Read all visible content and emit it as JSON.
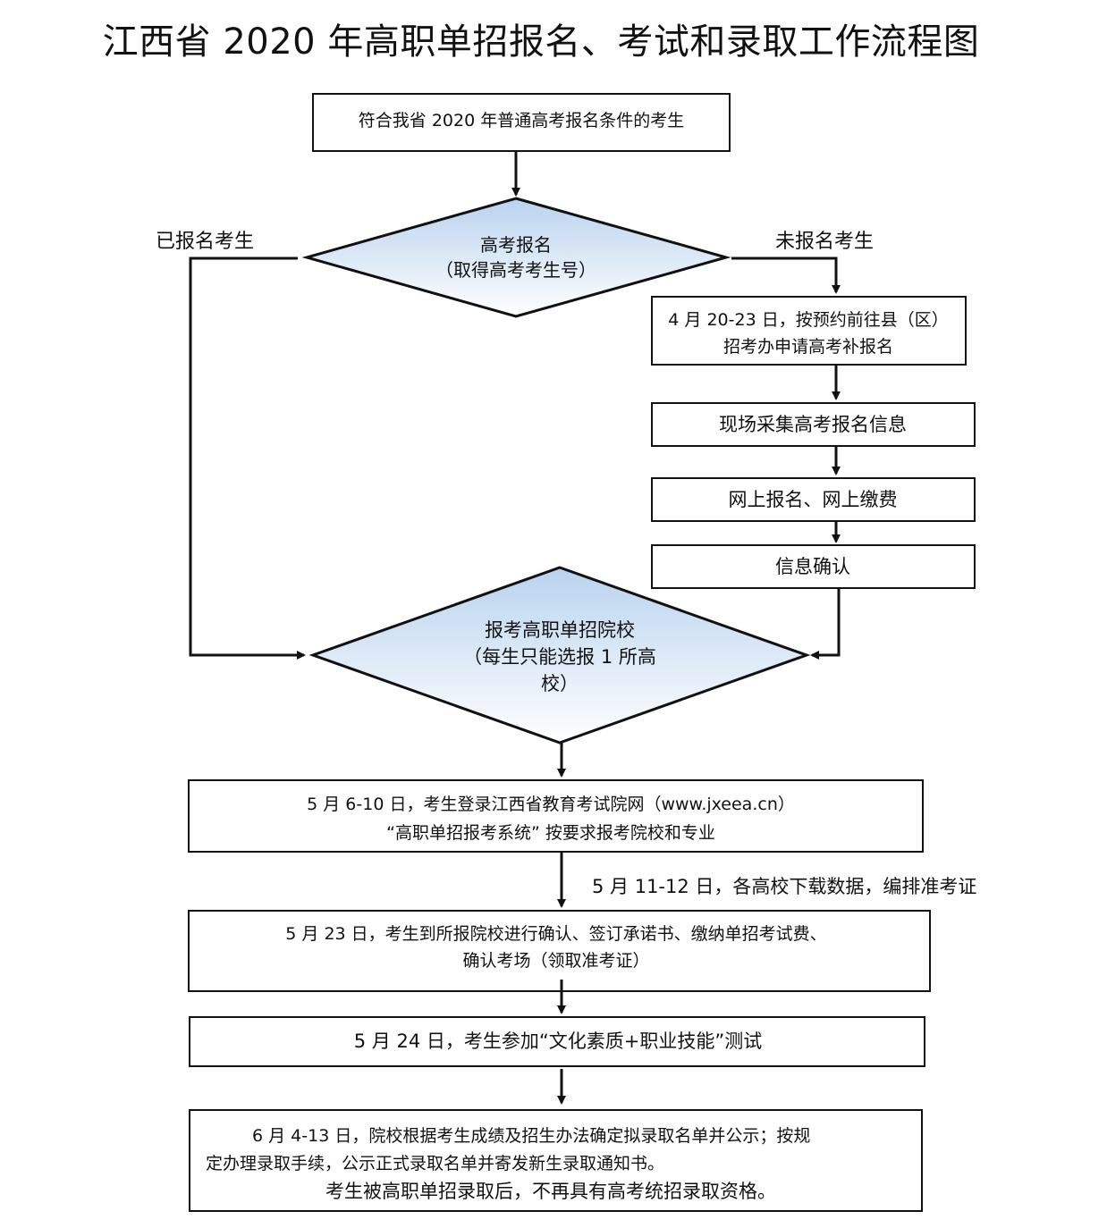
{
  "title": "江西省 2020 年高职单招报名、考试和录取工作流程图",
  "nodes": {
    "start": "符合我省 2020 年普通高考报名条件的考生",
    "gaokao_signup": {
      "line1": "高考报名",
      "line2": "（取得高考考生号）"
    },
    "registered_label": "已报名考生",
    "unregistered_label": "未报名考生",
    "supplement_signup": {
      "line1": "4 月 20-23 日，按预约前往县（区）",
      "line2": "招考办申请高考补报名"
    },
    "collect_info": "现场采集高考报名信息",
    "online_signup": "网上报名、网上缴费",
    "confirm_info": "信息确认",
    "apply_school": {
      "line1": "报考高职单招院校",
      "line2": "（每生只能选报 1 所高",
      "line3": "校）"
    },
    "online_apply": {
      "line1": "5 月 6-10 日，考生登录江西省教育考试院网（www.jxeea.cn）",
      "line2": "“高职单招报考系统” 按要求报考院校和专业"
    },
    "download_note": "5 月 11-12 日，各高校下载数据，编排准考证",
    "school_confirm": {
      "line1": "5 月 23 日，考生到所报院校进行确认、签订承诺书、缴纳单招考试费、",
      "line2": "确认考场（领取准考证）"
    },
    "exam": "5 月 24 日，考生参加“文化素质+职业技能”测试",
    "admission": {
      "line1": "6 月 4-13 日，院校根据考生成绩及招生办法确定拟录取名单并公示；按规",
      "line2": "定办理录取手续，公示正式录取名单并寄发新生录取通知书。",
      "line3": "考生被高职单招录取后，不再具有高考统招录取资格。"
    }
  },
  "colors": {
    "diamond_top": "#b9d3ef",
    "diamond_bottom": "#ffffff",
    "stroke": "#111111"
  }
}
